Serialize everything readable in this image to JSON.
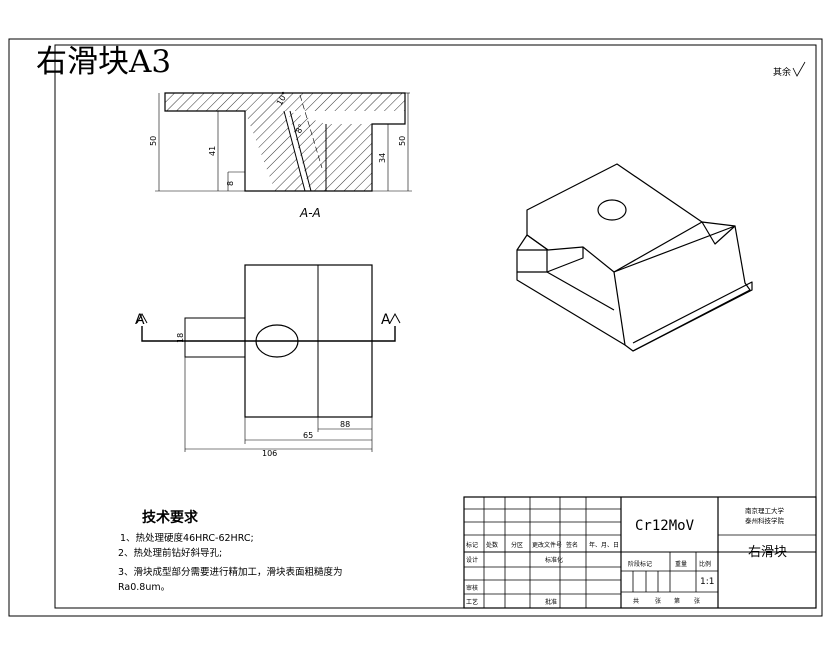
{
  "title_stamp": {
    "text": "右滑块A3",
    "color": "#e00000"
  },
  "corner_symbol": "其余",
  "section": {
    "label": "A-A",
    "dims": {
      "d50_left": "50",
      "d41": "41",
      "d8": "8",
      "d34": "34",
      "d50_right": "50"
    },
    "angle1": "10°",
    "angle2": "8°"
  },
  "plan": {
    "cut_left": "A",
    "cut_right": "A",
    "dims": {
      "d18": "18",
      "d88": "88",
      "d65": "65",
      "d106": "106"
    }
  },
  "tech": {
    "heading": "技术要求",
    "lines": [
      "1、热处理硬度46HRC-62HRC;",
      "2、热处理前钻好斜导孔;",
      "3、滑块成型部分需要进行精加工，滑块表面粗糙度为",
      "Ra0.8um。"
    ]
  },
  "title_block": {
    "material": "Cr12MoV",
    "school_1": "南京理工大学",
    "school_2": "泰州科技学院",
    "part_name": "右滑块",
    "scale": "1:1",
    "headers": {
      "mark": "标记",
      "count": "处数",
      "zone": "分区",
      "change_doc": "更改文件号",
      "sign": "签名",
      "date": "年、月、日",
      "design": "设计",
      "standardize": "标准化",
      "stage_mark": "阶段标记",
      "weight": "重量",
      "ratio": "比例",
      "review": "审核",
      "process": "工艺",
      "approve": "批准",
      "total": "共",
      "sheet_no": "张",
      "page": "第",
      "sheet_no2": "张"
    }
  }
}
